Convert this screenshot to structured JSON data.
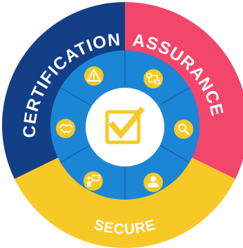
{
  "colors": {
    "certification": "#123f86",
    "assurance": "#f2466a",
    "secure": "#f6c927",
    "inner_ring": "#1c86d6",
    "inner_divider": "#1565b3",
    "icon_badge": "#f6c927",
    "icon_glyph": "#ffffff",
    "center_disc": "#ffffff",
    "check": "#f6c927"
  },
  "segments": {
    "certification": {
      "label": "CERTIFICATION"
    },
    "assurance": {
      "label": "ASSURANCE"
    },
    "secure": {
      "label": "SECURE"
    }
  },
  "icons": [
    {
      "name": "warning-icon"
    },
    {
      "name": "workflow-icon"
    },
    {
      "name": "search-icon"
    },
    {
      "name": "user-icon"
    },
    {
      "name": "presentation-icon"
    },
    {
      "name": "handshake-icon"
    }
  ],
  "center": {
    "icon": "checkbox-check-icon"
  }
}
